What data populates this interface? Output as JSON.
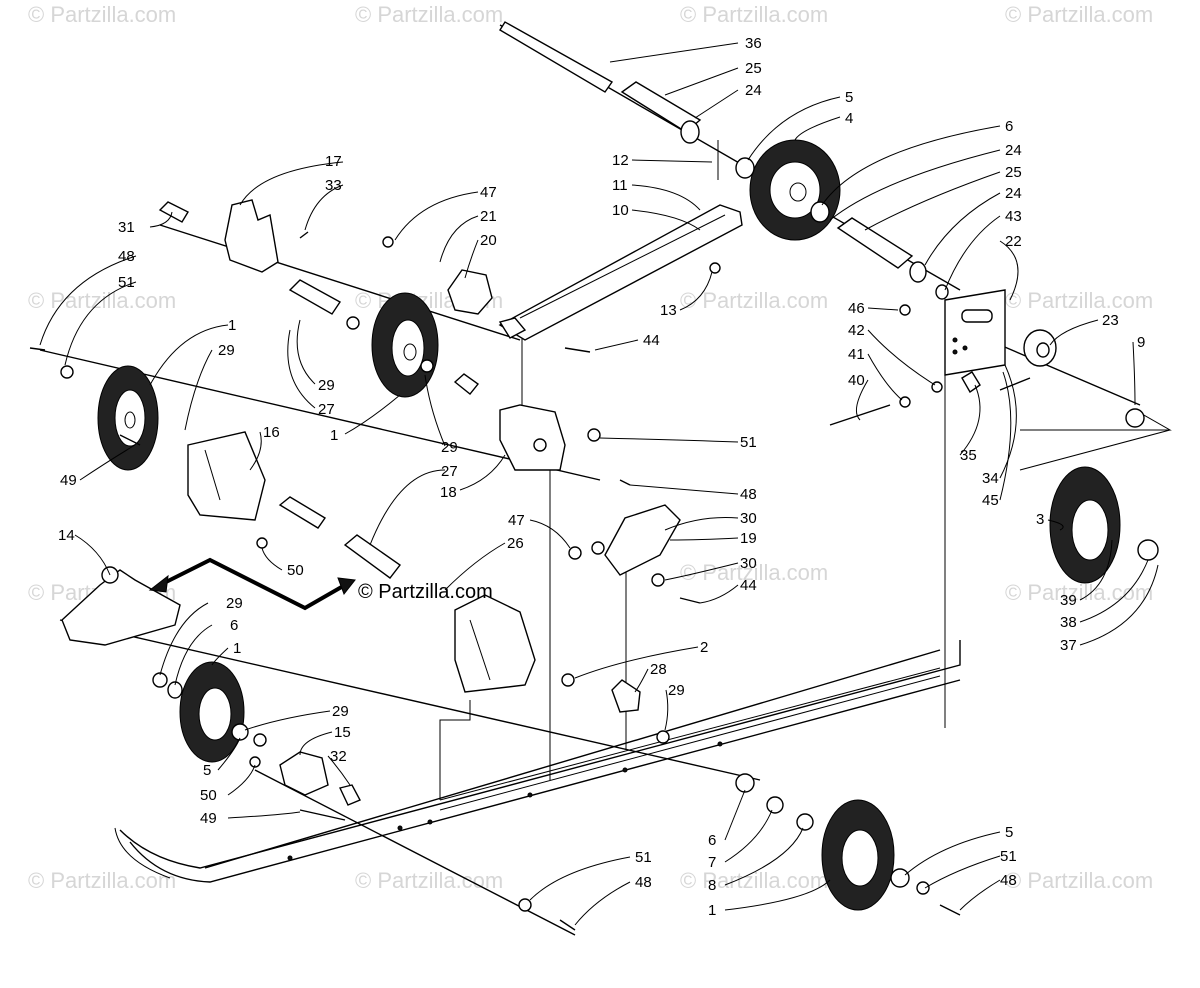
{
  "watermark_text": "© Partzilla.com",
  "center_watermark": "© Partzilla.com",
  "callouts": [
    {
      "id": "c36",
      "text": "36"
    },
    {
      "id": "c25a",
      "text": "25"
    },
    {
      "id": "c24a",
      "text": "24"
    },
    {
      "id": "c5a",
      "text": "5"
    },
    {
      "id": "c4",
      "text": "4"
    },
    {
      "id": "c6a",
      "text": "6"
    },
    {
      "id": "c24b",
      "text": "24"
    },
    {
      "id": "c25b",
      "text": "25"
    },
    {
      "id": "c24c",
      "text": "24"
    },
    {
      "id": "c43",
      "text": "43"
    },
    {
      "id": "c22",
      "text": "22"
    },
    {
      "id": "c12",
      "text": "12"
    },
    {
      "id": "c11",
      "text": "11"
    },
    {
      "id": "c10",
      "text": "10"
    },
    {
      "id": "c13",
      "text": "13"
    },
    {
      "id": "c44a",
      "text": "44"
    },
    {
      "id": "c17",
      "text": "17"
    },
    {
      "id": "c33",
      "text": "33"
    },
    {
      "id": "c47a",
      "text": "47"
    },
    {
      "id": "c21",
      "text": "21"
    },
    {
      "id": "c20",
      "text": "20"
    },
    {
      "id": "c31",
      "text": "31"
    },
    {
      "id": "c48a",
      "text": "48"
    },
    {
      "id": "c51a",
      "text": "51"
    },
    {
      "id": "c1a",
      "text": "1"
    },
    {
      "id": "c29a",
      "text": "29"
    },
    {
      "id": "c29b",
      "text": "29"
    },
    {
      "id": "c27a",
      "text": "27"
    },
    {
      "id": "c1b",
      "text": "1"
    },
    {
      "id": "c16",
      "text": "16"
    },
    {
      "id": "c29c",
      "text": "29"
    },
    {
      "id": "c27b",
      "text": "27"
    },
    {
      "id": "c51b",
      "text": "51"
    },
    {
      "id": "c48b",
      "text": "48"
    },
    {
      "id": "c18",
      "text": "18"
    },
    {
      "id": "c46",
      "text": "46"
    },
    {
      "id": "c42",
      "text": "42"
    },
    {
      "id": "c41",
      "text": "41"
    },
    {
      "id": "c40",
      "text": "40"
    },
    {
      "id": "c23",
      "text": "23"
    },
    {
      "id": "c9",
      "text": "9"
    },
    {
      "id": "c35",
      "text": "35"
    },
    {
      "id": "c34",
      "text": "34"
    },
    {
      "id": "c45",
      "text": "45"
    },
    {
      "id": "c3",
      "text": "3"
    },
    {
      "id": "c39",
      "text": "39"
    },
    {
      "id": "c38",
      "text": "38"
    },
    {
      "id": "c37",
      "text": "37"
    },
    {
      "id": "c49a",
      "text": "49"
    },
    {
      "id": "c50a",
      "text": "50"
    },
    {
      "id": "c14",
      "text": "14"
    },
    {
      "id": "c47b",
      "text": "47"
    },
    {
      "id": "c30a",
      "text": "30"
    },
    {
      "id": "c19",
      "text": "19"
    },
    {
      "id": "c30b",
      "text": "30"
    },
    {
      "id": "c44b",
      "text": "44"
    },
    {
      "id": "c26",
      "text": "26"
    },
    {
      "id": "c29d",
      "text": "29"
    },
    {
      "id": "c6b",
      "text": "6"
    },
    {
      "id": "c1c",
      "text": "1"
    },
    {
      "id": "c2",
      "text": "2"
    },
    {
      "id": "c28",
      "text": "28"
    },
    {
      "id": "c29e",
      "text": "29"
    },
    {
      "id": "c29f",
      "text": "29"
    },
    {
      "id": "c15",
      "text": "15"
    },
    {
      "id": "c32",
      "text": "32"
    },
    {
      "id": "c5b",
      "text": "5"
    },
    {
      "id": "c50b",
      "text": "50"
    },
    {
      "id": "c49b",
      "text": "49"
    },
    {
      "id": "c6c",
      "text": "6"
    },
    {
      "id": "c7",
      "text": "7"
    },
    {
      "id": "c8",
      "text": "8"
    },
    {
      "id": "c1d",
      "text": "1"
    },
    {
      "id": "c5c",
      "text": "5"
    },
    {
      "id": "c51c",
      "text": "51"
    },
    {
      "id": "c48c",
      "text": "48"
    },
    {
      "id": "c51d",
      "text": "51"
    },
    {
      "id": "c48d",
      "text": "48"
    }
  ]
}
